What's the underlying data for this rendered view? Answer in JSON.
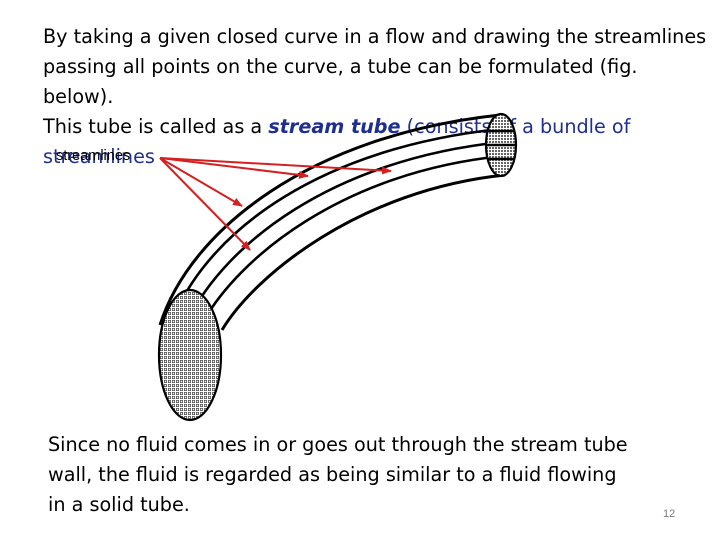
{
  "slide": {
    "intro": {
      "line_1": "By taking a given closed curve in a flow and drawing the streamlines",
      "line_2": "passing all points on the curve, a tube can be formulated (fig. below).",
      "line_3_pre": "This tube is called as a ",
      "term": "stream tube",
      "line_3_post": " (consists of a bundle of",
      "line_4": "streamlines"
    },
    "figure": {
      "callout_label": "streamlines"
    },
    "outro": {
      "line_1": "Since no fluid comes in or goes out through the stream tube",
      "line_2": "wall, the fluid is regarded as being similar to a fluid flowing",
      "line_3": "in a solid tube."
    },
    "page_number": "12"
  },
  "colors": {
    "text": "#000000",
    "keyword": "#1f2f8f",
    "arrow": "#d42020",
    "page_number": "#7a7a7a"
  }
}
